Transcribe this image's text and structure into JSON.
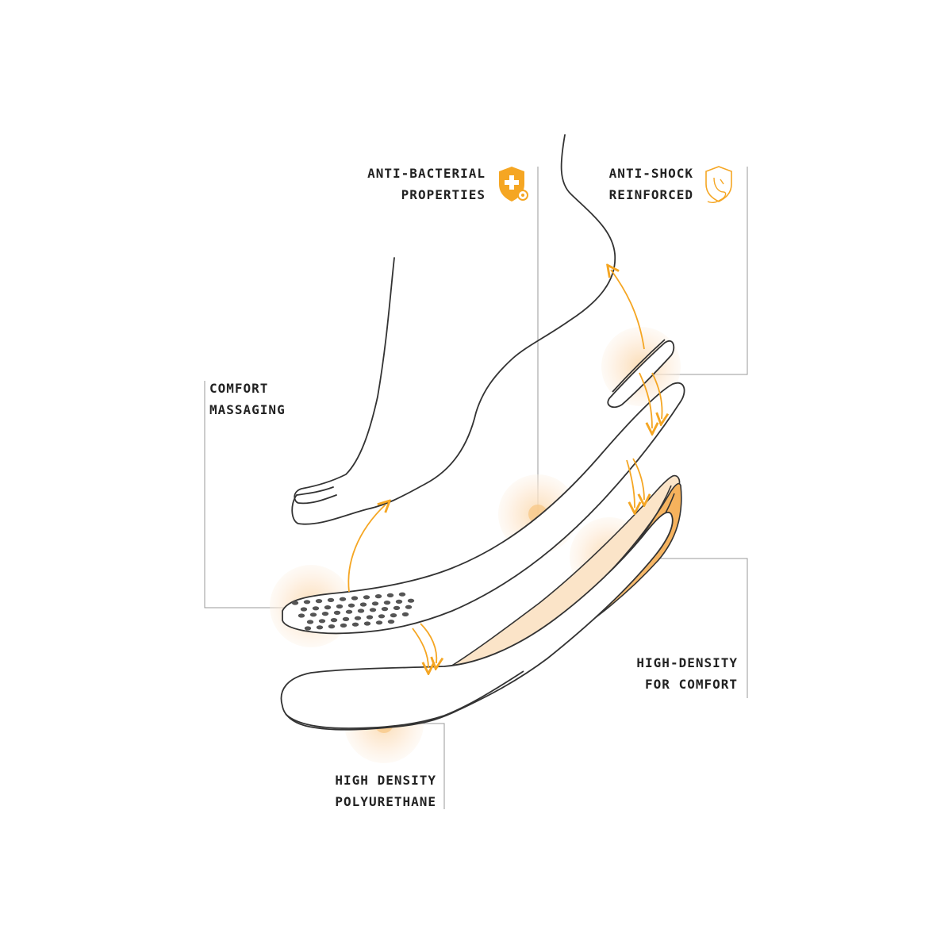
{
  "colors": {
    "accent": "#f5a623",
    "accent_light": "#fde9d0",
    "accent_mid": "#f8c98a",
    "line": "#333333",
    "leader": "#9a9a9a",
    "text": "#222222"
  },
  "callouts": {
    "anti_bacterial": {
      "line1": "ANTI-BACTERIAL",
      "line2": "PROPERTIES",
      "icon": "shield-plus-icon"
    },
    "anti_shock": {
      "line1": "ANTI-SHOCK",
      "line2": "REINFORCED",
      "icon": "shield-heel-icon"
    },
    "comfort_massaging": {
      "line1": "COMFORT",
      "line2": "MASSAGING"
    },
    "high_density_comfort": {
      "line1": "HIGH-DENSITY",
      "line2": "FOR COMFORT"
    },
    "high_density_pu": {
      "line1": "HIGH DENSITY",
      "line2": "POLYURETHANE"
    }
  }
}
